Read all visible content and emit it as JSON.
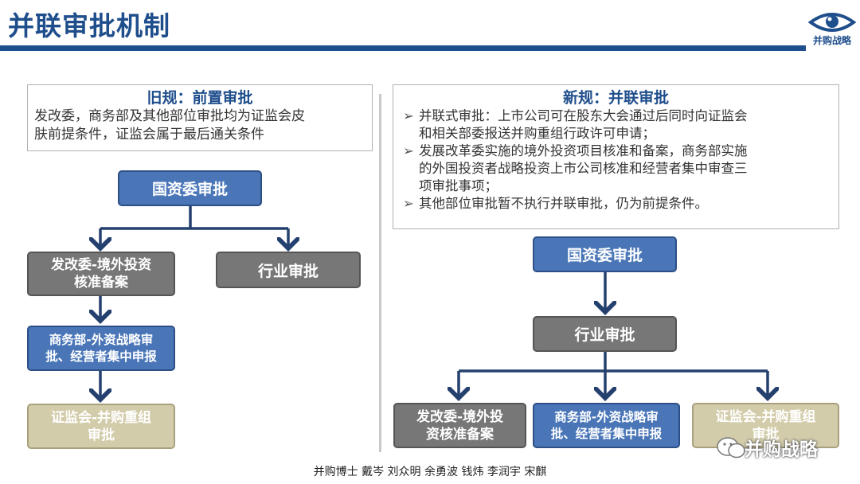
{
  "header": {
    "title": "并联审批机制",
    "logo_text": "并购战略"
  },
  "left_panel": {
    "heading": "旧规：前置审批",
    "body": [
      "发改委，商务部及其他部位审批均为证监会皮",
      "肤前提条件，证监会属于最后通关条件"
    ]
  },
  "right_panel": {
    "heading": "新规：并联审批",
    "bullets": [
      [
        "并联式审批：上市公司可在股东大会通过后同时向证监会",
        "和相关部委报送并购重组行政许可申请；"
      ],
      [
        "发展改革委实施的境外投资项目核准和备案，商务部实施",
        "的外国投资者战略投资上市公司核准和经营者集中审查三",
        "项审批事项；"
      ],
      [
        "其他部位审批暂不执行并联审批，仍为前提条件。"
      ]
    ]
  },
  "left_flow": {
    "sasac": "国资委审批",
    "ndrc": [
      "发改委-境外投资",
      "核准备案"
    ],
    "industry": "行业审批",
    "mofcom": [
      "商务部-外资战略审",
      "批、经营者集中申报"
    ],
    "csrc": [
      "证监会-并购重组",
      "审批"
    ]
  },
  "right_flow": {
    "sasac": "国资委审批",
    "industry": "行业审批",
    "ndrc": [
      "发改委-境外投",
      "资核准备案"
    ],
    "mofcom": [
      "商务部-外资战略审",
      "批、经营者集中申报"
    ],
    "csrc": [
      "证监会-并购重组",
      "审批"
    ]
  },
  "footer": {
    "authors": "并购博士 戴岑 刘众明 余勇波 钱炜 李润宇 宋麒"
  },
  "watermark": {
    "text": "并购战略"
  },
  "colors": {
    "blue": "#4a76b8",
    "gray": "#777777",
    "khaki": "#d3ccaa",
    "title": "#1f4e8c",
    "arrow": "#24406e"
  }
}
